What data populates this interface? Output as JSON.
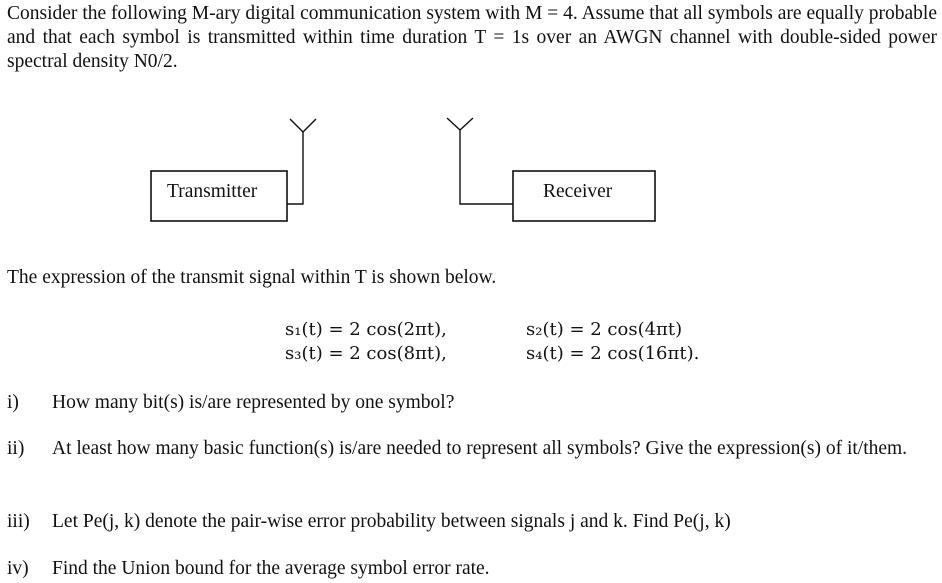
{
  "intro": {
    "text": "Consider the following M-ary digital communication system with M = 4. Assume that all symbols are equally probable and that each symbol is transmitted within time duration T = 1s over an AWGN channel with double-sided power spectral density N0/2."
  },
  "diagram": {
    "transmitter_label": "Transmitter",
    "receiver_label": "Receiver"
  },
  "signal_intro": "The expression of the transmit signal within T is shown below.",
  "equations": {
    "s1": "s₁(t) = 2 cos(2πt),",
    "s2": "s₂(t) = 2 cos(4πt)",
    "s3": "s₃(t) = 2 cos(8πt),",
    "s4": "s₄(t) = 2 cos(16πt)."
  },
  "questions": [
    {
      "num": "i)",
      "text": "How many bit(s) is/are represented by one symbol?"
    },
    {
      "num": "ii)",
      "text": "At least how many basic function(s) is/are needed to represent all symbols? Give the expression(s) of it/them."
    },
    {
      "num": "iii)",
      "text": "Let Pe(j, k) denote the pair-wise error probability between signals j and k. Find Pe(j, k)"
    },
    {
      "num": "iv)",
      "text": "Find the Union bound for the average symbol error rate."
    }
  ]
}
